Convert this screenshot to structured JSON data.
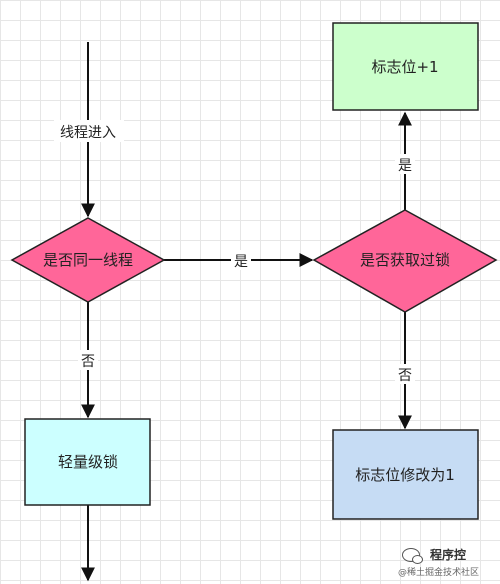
{
  "nodes": {
    "flag_plus_one": {
      "label": "标志位+1",
      "fill": "#ccffcc"
    },
    "same_thread": {
      "label": "是否同一线程",
      "fill": "#ff6699"
    },
    "acquired_lock": {
      "label": "是否获取过锁",
      "fill": "#ff6699"
    },
    "lightweight_lock": {
      "label": "轻量级锁",
      "fill": "#ccffff"
    },
    "modify_flag": {
      "label": "标志位修改为1",
      "fill": "#c6dcf4"
    }
  },
  "edges": {
    "thread_enter": "线程进入",
    "same_thread_yes": "是",
    "same_thread_no": "否",
    "acquired_yes": "是",
    "acquired_no": "否"
  },
  "watermark": {
    "title": "程序控",
    "subtitle": "@稀土掘金技术社区"
  },
  "colors": {
    "edge": "#111111",
    "node_border": "#222222",
    "grid": "#e6e6e6"
  }
}
